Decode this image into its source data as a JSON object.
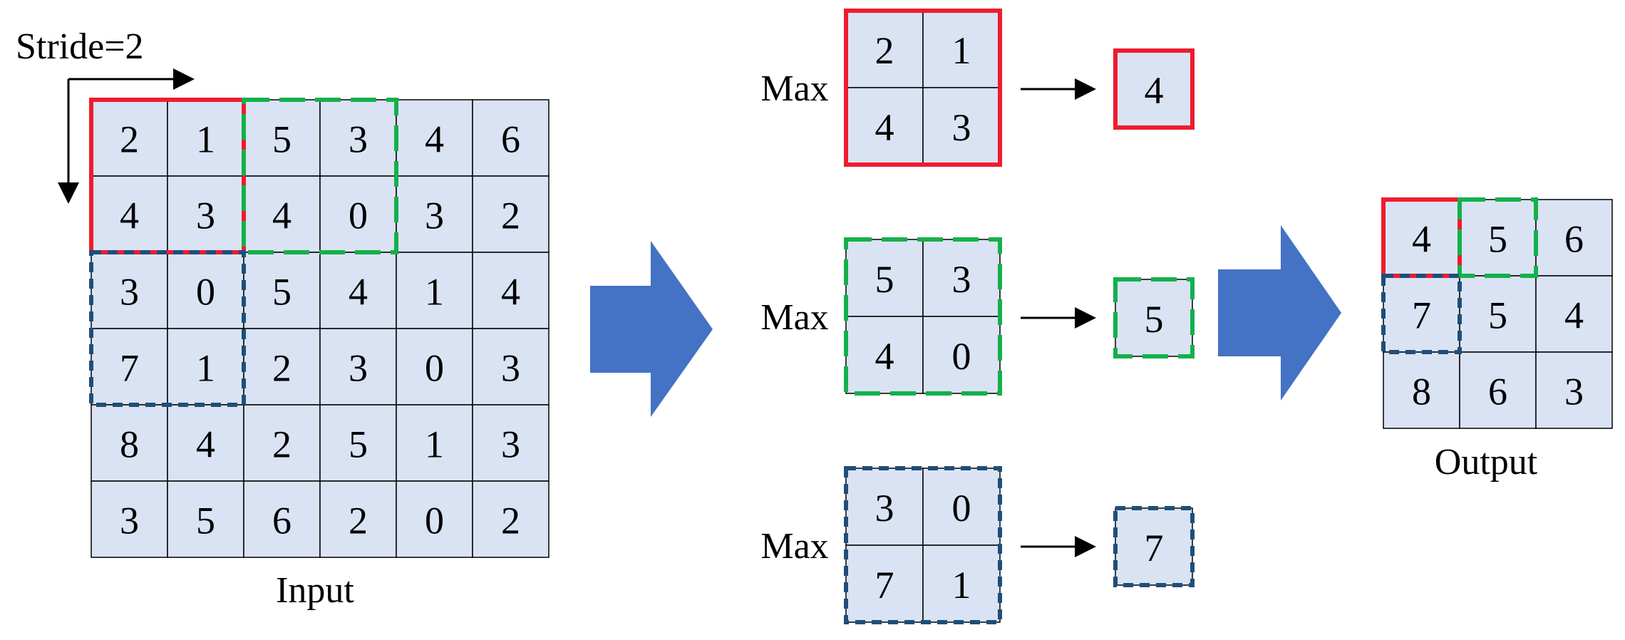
{
  "stride_label": "Stride=2",
  "input": {
    "label": "Input",
    "grid": [
      [
        "2",
        "1",
        "5",
        "3",
        "4",
        "6"
      ],
      [
        "4",
        "3",
        "4",
        "0",
        "3",
        "2"
      ],
      [
        "3",
        "0",
        "5",
        "4",
        "1",
        "4"
      ],
      [
        "7",
        "1",
        "2",
        "3",
        "0",
        "3"
      ],
      [
        "8",
        "4",
        "2",
        "5",
        "1",
        "3"
      ],
      [
        "3",
        "5",
        "6",
        "2",
        "0",
        "2"
      ]
    ]
  },
  "pools": [
    {
      "label": "Max",
      "window": [
        [
          "2",
          "1"
        ],
        [
          "4",
          "3"
        ]
      ],
      "result": "4",
      "color": "#ee1c2e",
      "style": "solid"
    },
    {
      "label": "Max",
      "window": [
        [
          "5",
          "3"
        ],
        [
          "4",
          "0"
        ]
      ],
      "result": "5",
      "color": "#14b04c",
      "style": "dashed"
    },
    {
      "label": "Max",
      "window": [
        [
          "3",
          "0"
        ],
        [
          "7",
          "1"
        ]
      ],
      "result": "7",
      "color": "#1f4e79",
      "style": "dotted"
    }
  ],
  "output": {
    "label": "Output",
    "grid": [
      [
        "4",
        "5",
        "6"
      ],
      [
        "7",
        "5",
        "4"
      ],
      [
        "8",
        "6",
        "3"
      ]
    ]
  },
  "colors": {
    "cell_fill": "#dae3f3",
    "big_arrow": "#4472c4",
    "red": "#ee1c2e",
    "green": "#14b04c",
    "navy": "#1f4e79"
  }
}
